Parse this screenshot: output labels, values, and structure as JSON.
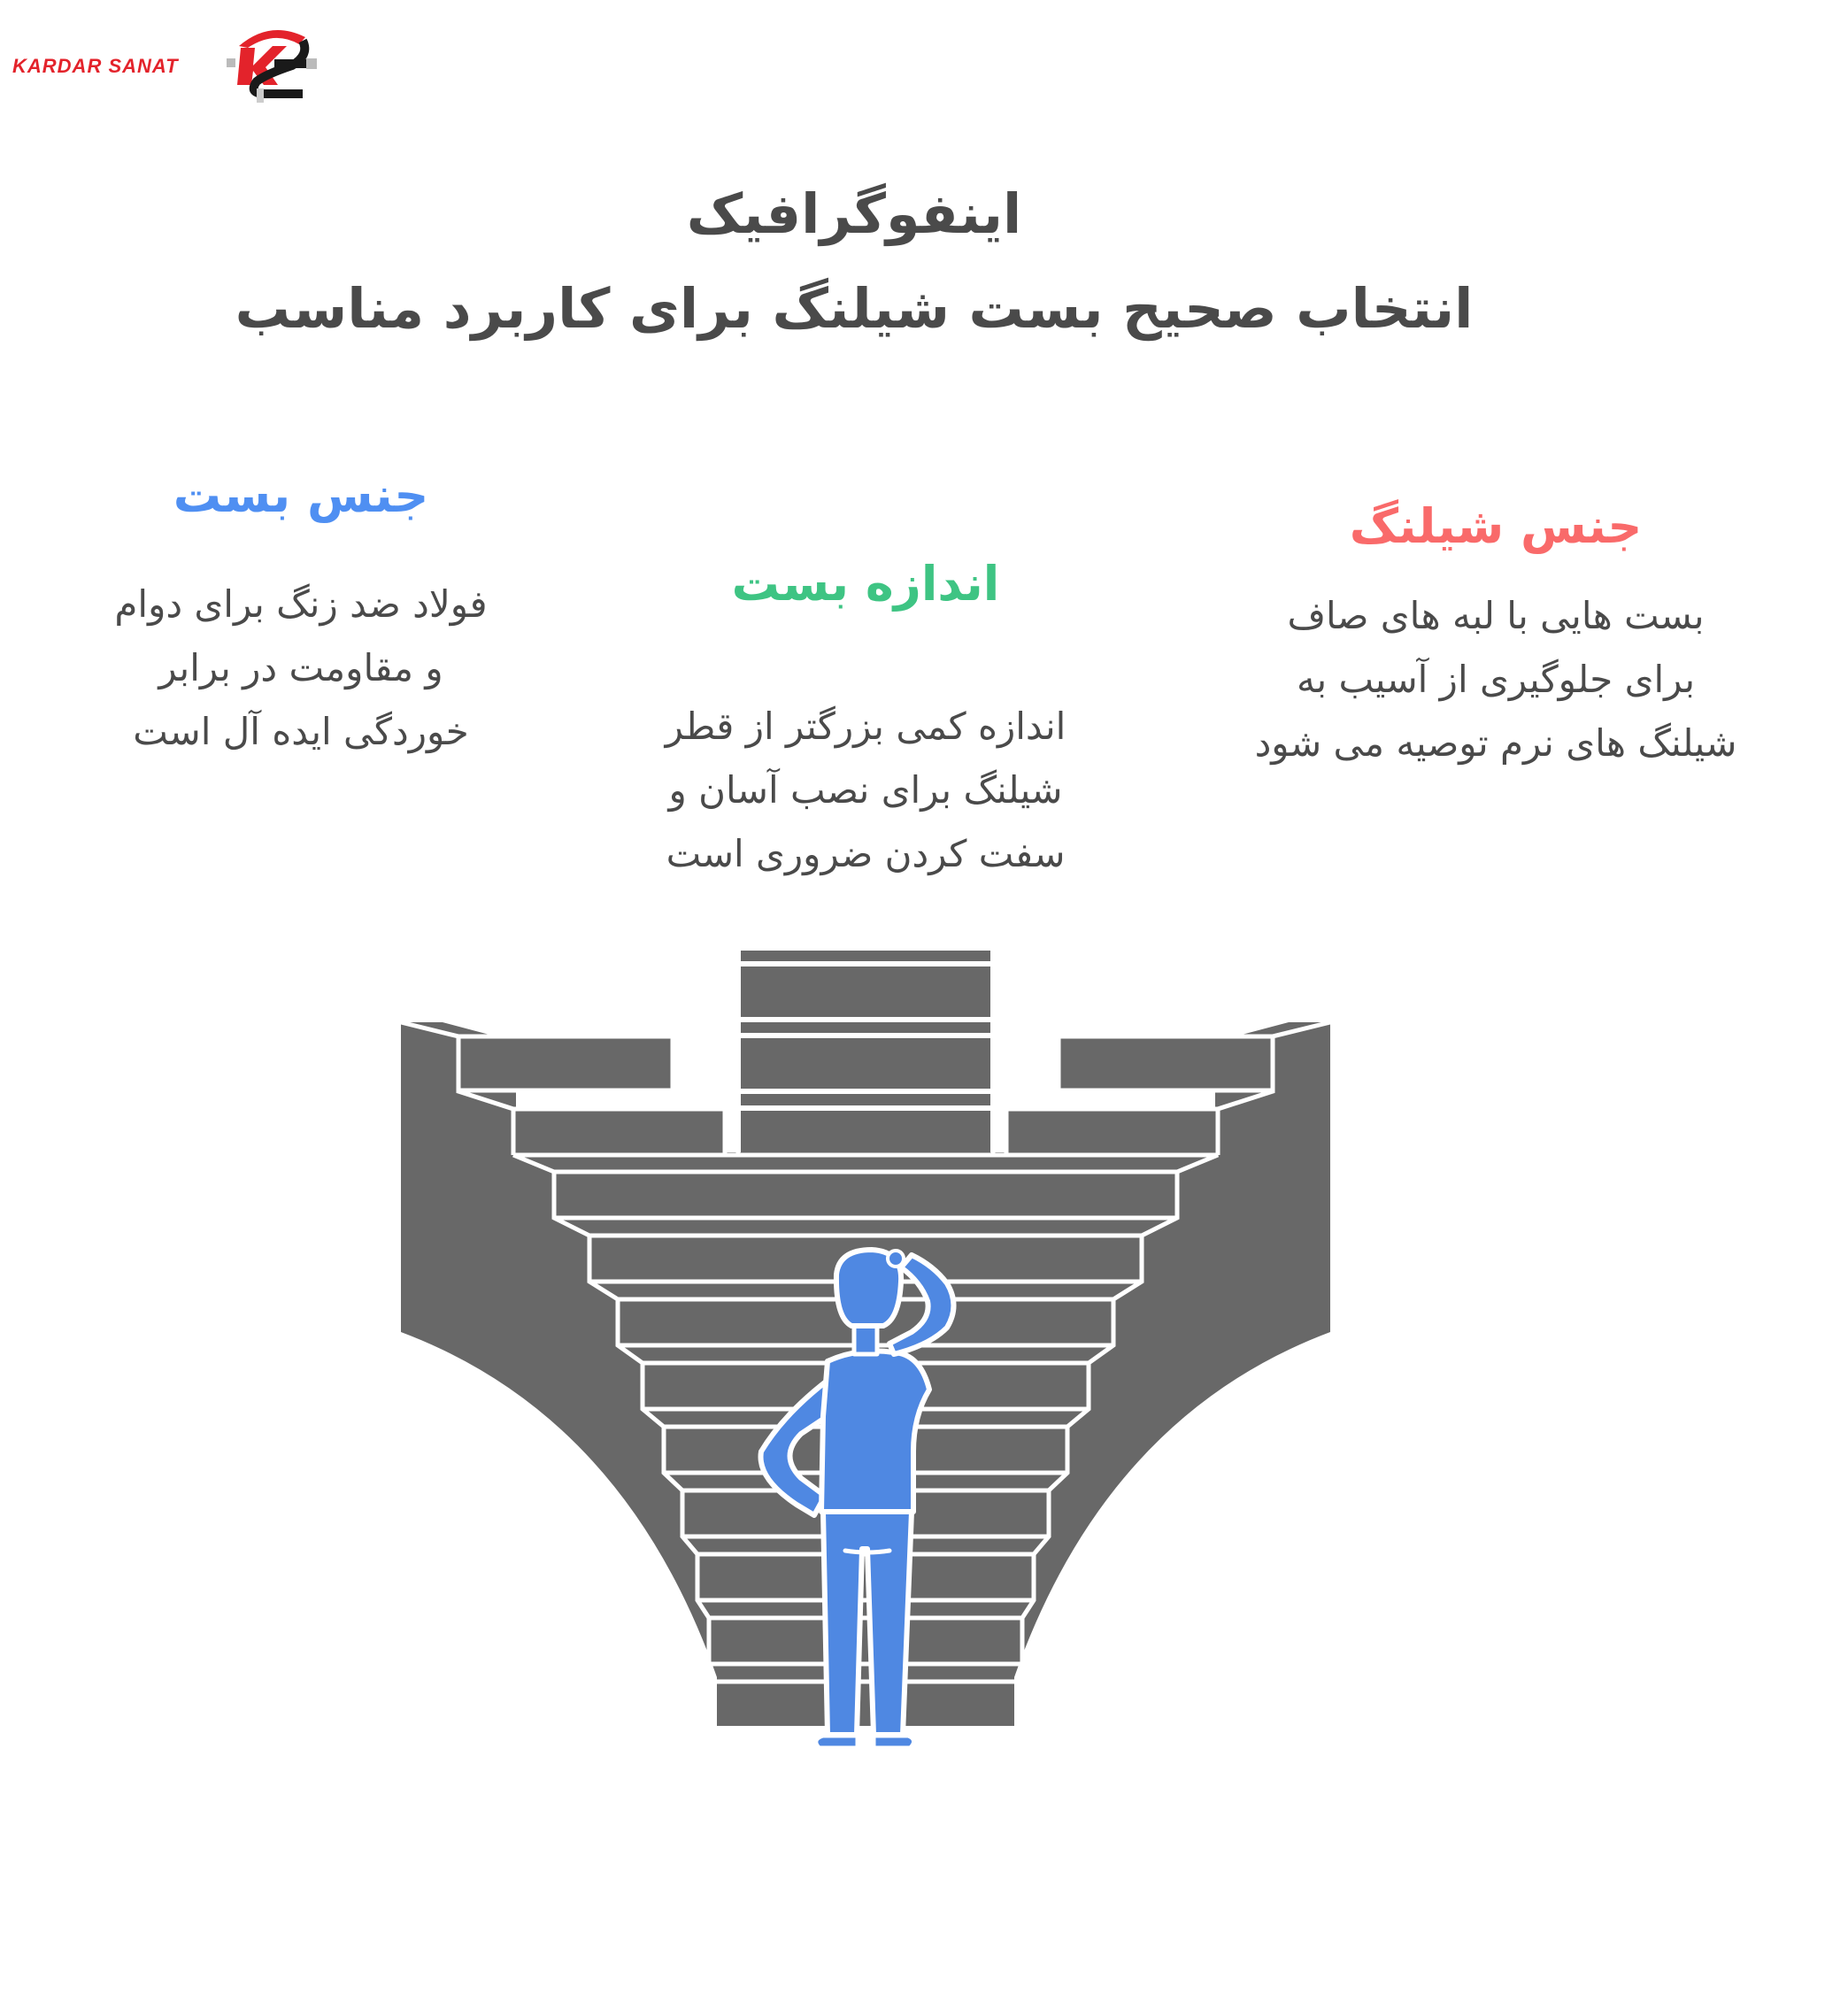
{
  "logo": {
    "text": "KARDAR SANAT",
    "mark": "KS",
    "colors": {
      "red": "#e3232b",
      "black": "#1a1a1a"
    }
  },
  "title": {
    "line1": "اینفوگرافیک",
    "line2": "انتخاب صحیح بست شیلنگ برای کاربرد مناسب"
  },
  "columns": [
    {
      "id": "clamp-material",
      "heading": "جنس بست",
      "color": "#4f8ff2",
      "lines": [
        "فولاد ضد زنگ برای دوام",
        "و مقاومت در برابر",
        "خوردگی ایده آل است"
      ]
    },
    {
      "id": "clamp-size",
      "heading": "اندازه بست",
      "color": "#3ec483",
      "lines": [
        "اندازه کمی بزرگتر از قطر",
        "شیلنگ برای نصب آسان و",
        "سفت کردن ضروری است"
      ]
    },
    {
      "id": "hose-material",
      "heading": "جنس شیلنگ",
      "color": "#f96a6a",
      "lines": [
        "بست هایی با لبه های صاف",
        "برای جلوگیری از آسیب به",
        "شیلنگ های نرم توصیه می شود"
      ]
    }
  ],
  "illustration": {
    "description": "person-facing-three-staircases",
    "stair_color": "#686868",
    "person_color": "#4f88e2",
    "outline_color": "#ffffff"
  }
}
